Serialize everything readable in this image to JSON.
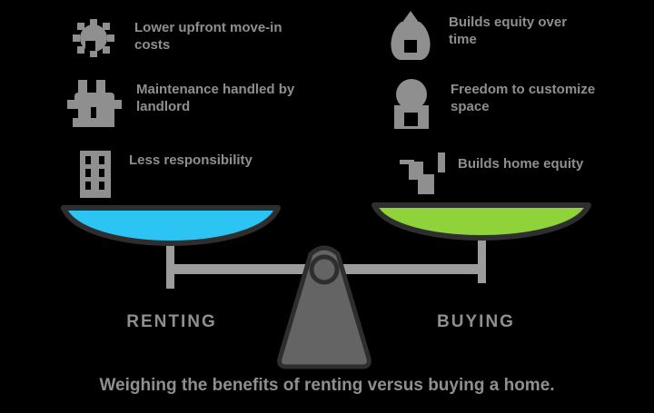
{
  "colors": {
    "background": "#000000",
    "text_gray": "#8f8f8f",
    "beam_gray": "#9c9c9c",
    "fulcrum_fill": "#646464",
    "outline_dark": "#2e2e2e",
    "left_pan_fill": "#2cc4f2",
    "right_pan_fill": "#8fd23a"
  },
  "left_panel": {
    "items": [
      {
        "icon": "gear-icon",
        "line1": "Lower upfront move-in",
        "line2": "costs"
      },
      {
        "icon": "handshake-icon",
        "line1": "Maintenance handled by",
        "line2": "landlord"
      },
      {
        "icon": "building-icon",
        "line1": "Less responsibility",
        "line2": ""
      }
    ]
  },
  "right_panel": {
    "items": [
      {
        "icon": "money-bag-icon",
        "line1": "Builds equity over",
        "line2": "time"
      },
      {
        "icon": "globe-icon",
        "line1": "Freedom to customize",
        "line2": "space"
      },
      {
        "icon": "steps-down-icon",
        "line1": "Builds home equity",
        "line2": ""
      }
    ]
  },
  "scale": {
    "left_label": "RENTING",
    "right_label": "BUYING",
    "left_pan": "blue-pan",
    "right_pan": "green-pan"
  },
  "caption": "Weighing the benefits of renting versus buying a home."
}
